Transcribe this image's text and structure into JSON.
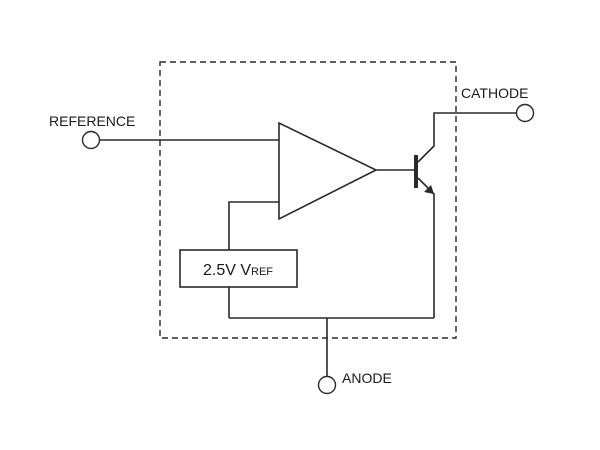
{
  "terminals": {
    "reference": "REFERENCE",
    "cathode": "CATHODE",
    "anode": "ANODE"
  },
  "vref_box": {
    "value": "2.5V V",
    "subscript": "REF"
  }
}
